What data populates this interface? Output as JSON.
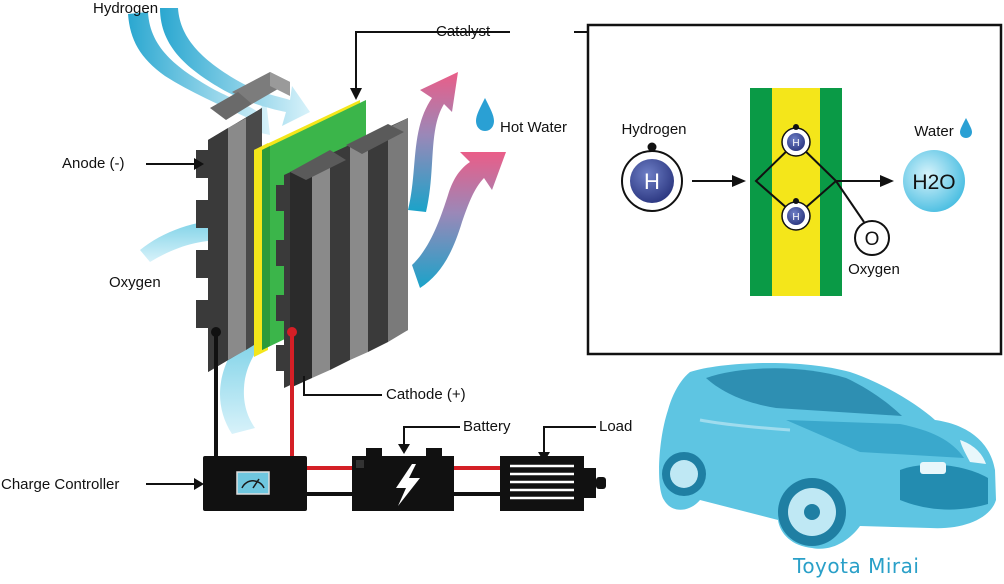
{
  "labels": {
    "hydrogen": "Hydrogen",
    "catalyst": "Catalyst",
    "hot_water": "Hot Water",
    "anode": "Anode (-)",
    "oxygen": "Oxygen",
    "cathode": "Cathode (+)",
    "battery": "Battery",
    "load": "Load",
    "charge_controller": "Charge Controller"
  },
  "inset": {
    "hydrogen": "Hydrogen",
    "h_atom": "H",
    "h_small_top": "H",
    "h_small_bottom": "H",
    "water": "Water",
    "h2o": "H2O",
    "o_atom": "O",
    "oxygen": "Oxygen"
  },
  "car_caption": "Toyota Mirai",
  "colors": {
    "plate_dark": "#3a3a3a",
    "plate_light": "#8a8a8a",
    "membrane_green": "#3bb54a",
    "membrane_yellow": "#f4e61a",
    "wire_red": "#d41f26",
    "wire_black": "#111111",
    "flow_blue": "#5cc6e0",
    "flow_pink": "#e0648c",
    "atom_navy": "#2e3c8c",
    "water_cyan": "#4ec2e4",
    "caption_blue": "#2aa0c8"
  },
  "icons": [
    "droplet-icon",
    "gauge-icon",
    "lightning-icon",
    "load-grille-icon",
    "car-illustration"
  ]
}
